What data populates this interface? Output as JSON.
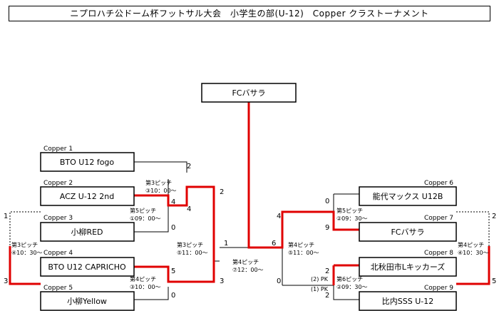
{
  "title": "ニプロハチ公ドーム杯フットサル大会　小学生の部(U-12)　Copper クラストーナメント",
  "champion": "FCバサラ",
  "teams": [
    {
      "seed": "Copper 1",
      "name": "BTO U12 fogo"
    },
    {
      "seed": "Copper 2",
      "name": "ACZ U-12 2nd"
    },
    {
      "seed": "Copper 3",
      "name": "小柳RED"
    },
    {
      "seed": "Copper 4",
      "name": "BTO U12 CAPRICHO"
    },
    {
      "seed": "Copper 5",
      "name": "小柳Yellow"
    },
    {
      "seed": "Copper 6",
      "name": "能代マックス U12B"
    },
    {
      "seed": "Copper 7",
      "name": "FCバサラ"
    },
    {
      "seed": "Copper 8",
      "name": "北秋田市Lキッカーズ"
    },
    {
      "seed": "Copper 9",
      "name": "比内SSS U-12"
    }
  ],
  "matches": {
    "m1": {
      "pitch": "第3ピッチ",
      "time": "④10：30～"
    },
    "m2": {
      "pitch": "第5ピッチ",
      "time": "①09：00～"
    },
    "m3": {
      "pitch": "第3ピッチ",
      "time": "③10：00～"
    },
    "m4": {
      "pitch": "第4ピッチ",
      "time": "③10：00～"
    },
    "m5": {
      "pitch": "第3ピッチ",
      "time": "⑤11：00～"
    },
    "m6": {
      "pitch": "第5ピッチ",
      "time": "②09：30～"
    },
    "m7": {
      "pitch": "第4ピッチ",
      "time": "④10：30～"
    },
    "m8": {
      "pitch": "第6ピッチ",
      "time": "②09：30～"
    },
    "m9": {
      "pitch": "第4ピッチ",
      "time": "⑤11：00～"
    },
    "final": {
      "pitch": "第4ピッチ",
      "time": "⑦12：00～"
    }
  },
  "scores": {
    "l_pre_top": "1",
    "l_pre_bot": "3",
    "l_q1_top": "2",
    "l_q1_bot": "4",
    "l_q2_top": "4",
    "l_q2_bot": "0",
    "l_q3_top": "5",
    "l_q3_bot": "0",
    "l_sf_top": "2",
    "l_sf_bot": "3",
    "final_left": "1",
    "final_right": "6",
    "r_q1_top": "0",
    "r_q1_bot": "9",
    "r_pre_top": "2",
    "r_pre_bot": "5",
    "r_q2_top": "2",
    "r_q2_bot": "2",
    "r_pk_top": "(2) PK",
    "r_pk_bot": "(1) PK",
    "r_sf_top": "4",
    "r_sf_bot": "0"
  },
  "colors": {
    "win": "#e00000",
    "line": "#000000"
  }
}
